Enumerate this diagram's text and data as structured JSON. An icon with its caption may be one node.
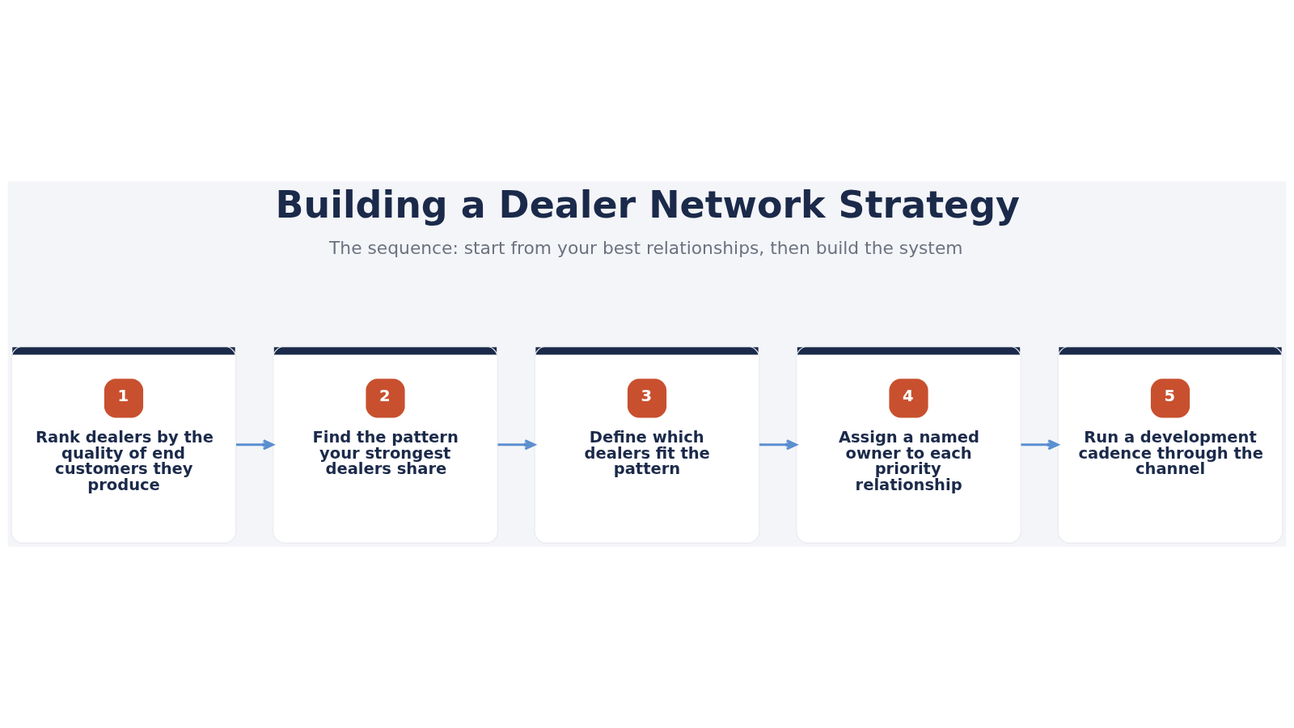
{
  "diagram": {
    "title": "Building a Dealer Network Strategy",
    "nodes": [
      {
        "text": [
          "1",
          "Rank dealers by the quality of end customers they produce"
        ]
      },
      {
        "text": [
          "2",
          "Find the pattern your strongest dealers share"
        ]
      },
      {
        "text": [
          "3",
          "Define which dealers fit the pattern"
        ]
      },
      {
        "text": [
          "4",
          "Assign a named owner to each priority relationship"
        ]
      },
      {
        "text": [
          "5",
          "Run a development cadence through the channel"
        ]
      }
    ],
    "edges": [
      {
        "from": 0,
        "to": 1,
        "arrow": "to"
      },
      {
        "from": 1,
        "to": 2,
        "arrow": "to"
      },
      {
        "from": 2,
        "to": 3,
        "arrow": "to"
      },
      {
        "from": 3,
        "to": 4,
        "arrow": "to"
      }
    ],
    "labels": [
      "The sequence: start from your best relationships, then build the system"
    ]
  }
}
